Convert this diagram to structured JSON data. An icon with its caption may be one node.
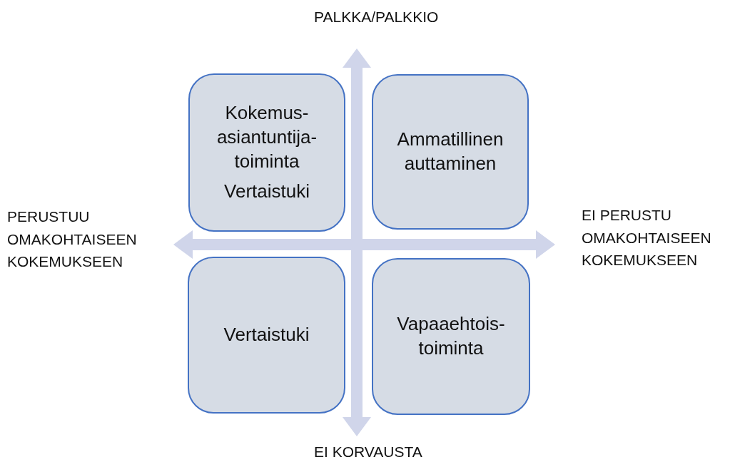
{
  "diagram": {
    "nodes": [
      {
        "text": [
          "Kokemus- asiantuntija- toiminta",
          "Vertaistuki"
        ]
      },
      {
        "text": [
          "Ammatillinen auttaminen"
        ]
      },
      {
        "text": [
          "Vertaistuki"
        ]
      },
      {
        "text": [
          "Vapaaehtois- toiminta"
        ]
      }
    ],
    "labels": [
      "PALKKA/PALKKIO",
      "PERUSTUU OMAKOHTAISEEN KOKEMUKSEEN",
      "EI PERUSTU OMAKOHTAISEEN KOKEMUKSEEN",
      "EI KORVAUSTA"
    ]
  }
}
